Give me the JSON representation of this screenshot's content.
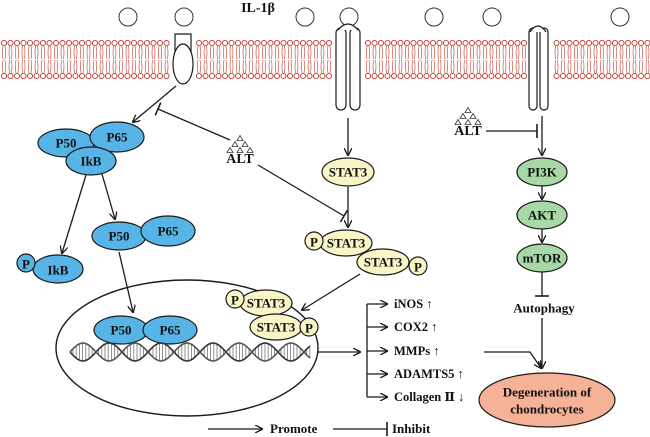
{
  "ligand": "IL-1β",
  "drug": "ALT",
  "nfkb": {
    "p50": "P50",
    "p65": "P65",
    "ikb": "IkB",
    "phospho": "P"
  },
  "stat3": {
    "label": "STAT3",
    "phospho": "P"
  },
  "pi3k_path": {
    "pi3k": "PI3K",
    "akt": "AKT",
    "mtor": "mTOR",
    "autophagy": "Autophagy"
  },
  "genes": [
    {
      "name": "iNOS",
      "arrow": "↑"
    },
    {
      "name": "COX2",
      "arrow": "↑"
    },
    {
      "name": "MMPs",
      "arrow": "↑"
    },
    {
      "name": "ADAMTS5",
      "arrow": "↑"
    },
    {
      "name": "Collagen Ⅱ",
      "arrow": "↓"
    }
  ],
  "outcome": {
    "line1": "Degeneration of",
    "line2": "chondrocytes"
  },
  "legend": {
    "promote": "Promote",
    "inhibit": "Inhibit"
  },
  "colors": {
    "nfkb": "#57b4e6",
    "stat3": "#f8f5c6",
    "pi3k": "#a6d9a6",
    "outcome": "#f5b297",
    "membrane": "#c0392b"
  }
}
